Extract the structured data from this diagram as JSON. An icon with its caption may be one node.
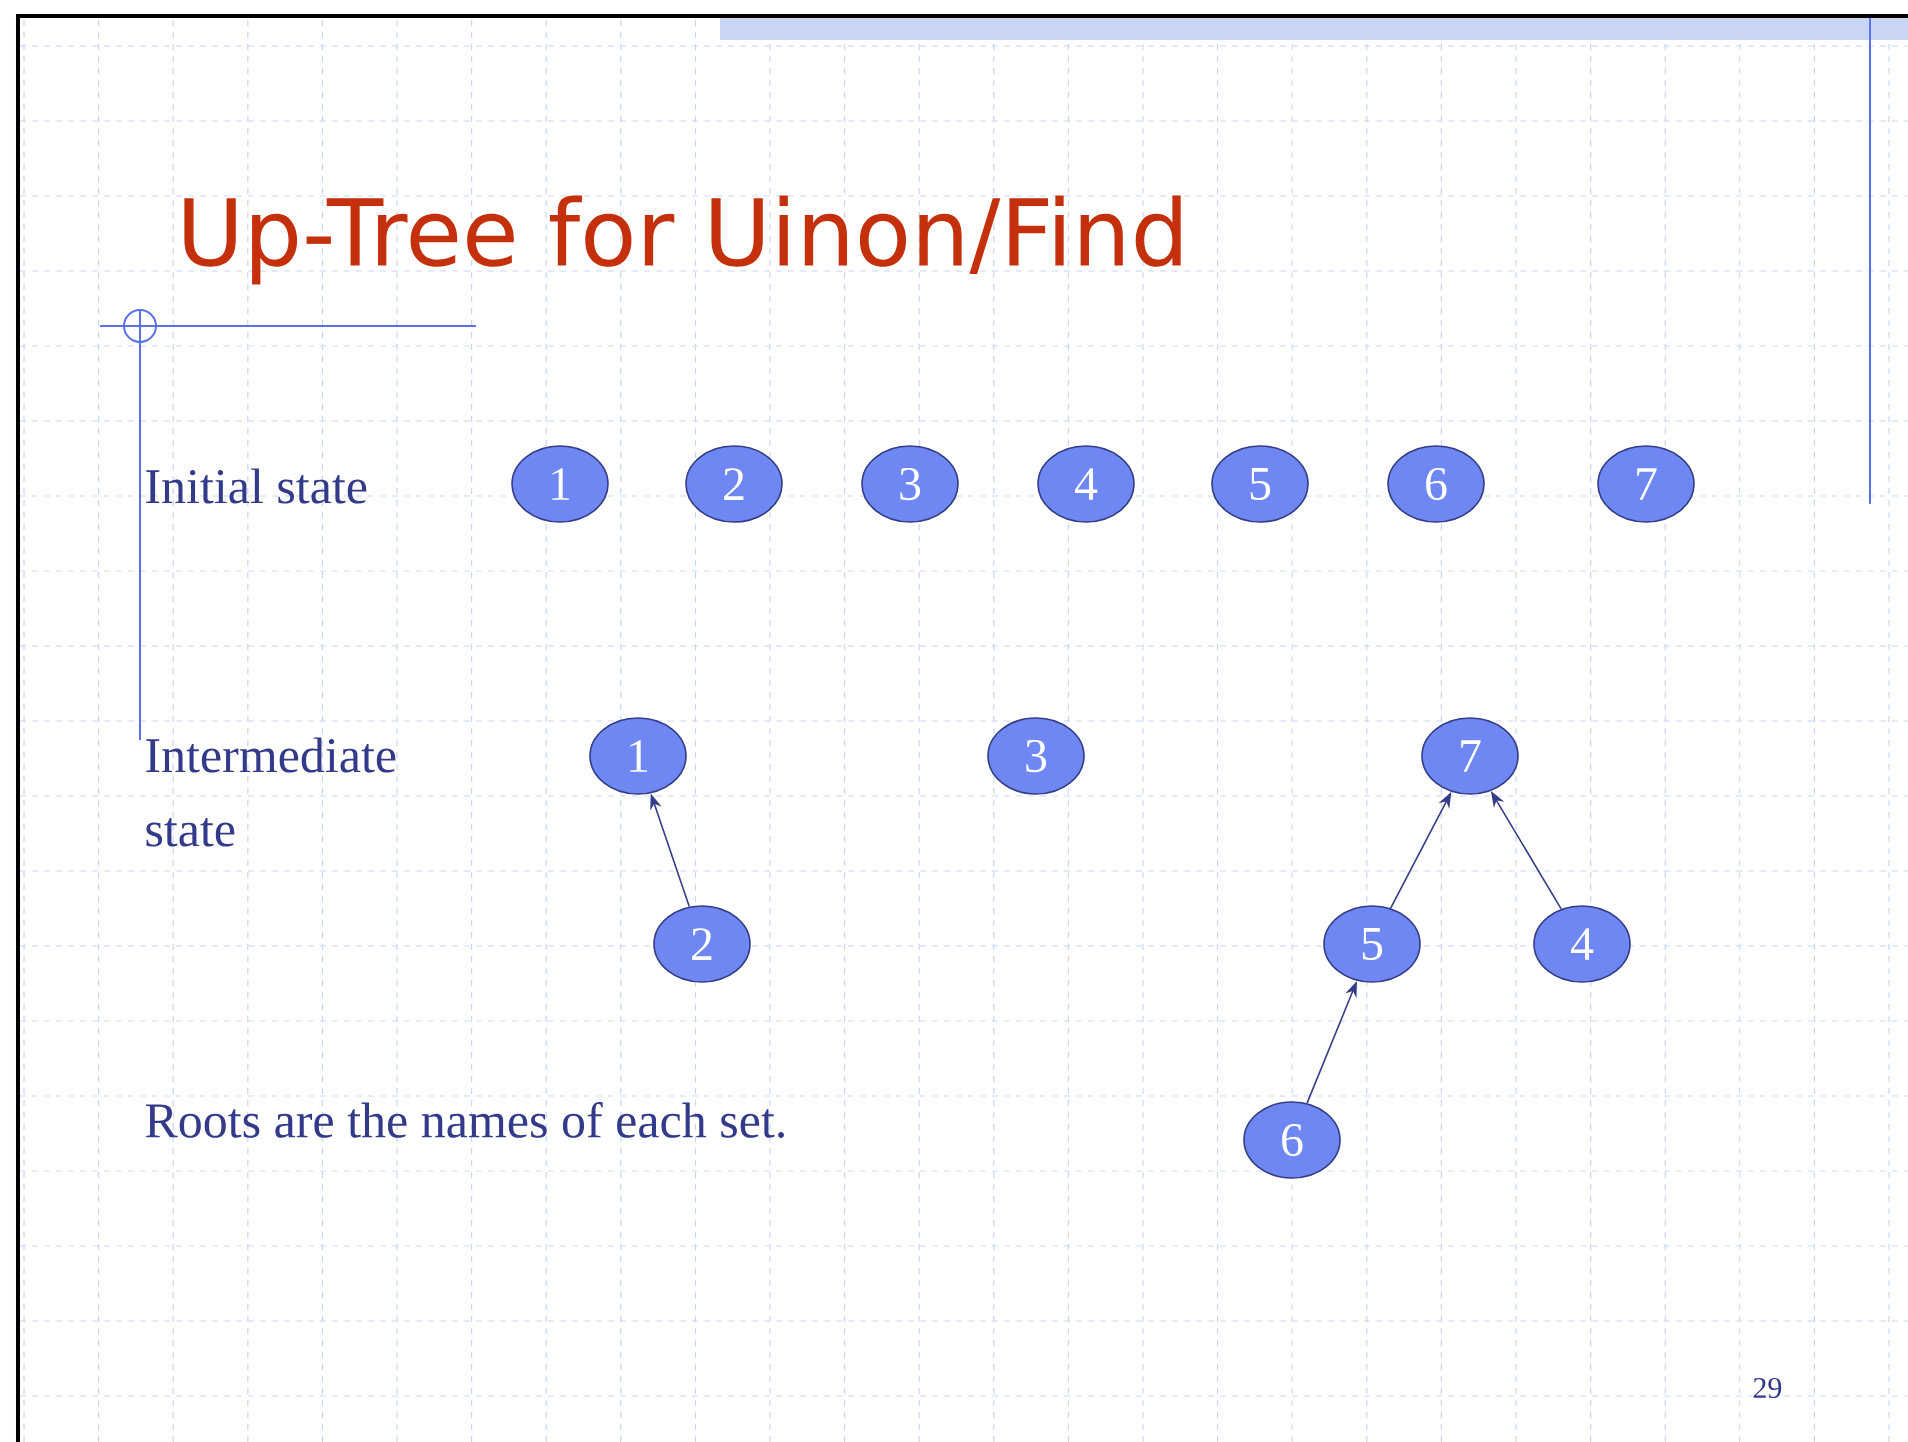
{
  "diagram": {
    "title": "Up-Tree for Uinon/Find",
    "nodes": [
      {
        "text": [
          "1"
        ]
      },
      {
        "text": [
          "2"
        ]
      },
      {
        "text": [
          "3"
        ]
      },
      {
        "text": [
          "4"
        ]
      },
      {
        "text": [
          "5"
        ]
      },
      {
        "text": [
          "6"
        ]
      },
      {
        "text": [
          "7"
        ]
      },
      {
        "text": [
          "1"
        ]
      },
      {
        "text": [
          "3"
        ]
      },
      {
        "text": [
          "7"
        ]
      },
      {
        "text": [
          "2"
        ]
      },
      {
        "text": [
          "5"
        ]
      },
      {
        "text": [
          "4"
        ]
      },
      {
        "text": [
          "6"
        ]
      }
    ],
    "edges": [
      {
        "from": 10,
        "to": 7,
        "arrow": "to"
      },
      {
        "from": 11,
        "to": 9,
        "arrow": "to"
      },
      {
        "from": 12,
        "to": 9,
        "arrow": "to"
      },
      {
        "from": 13,
        "to": 11,
        "arrow": "to"
      }
    ],
    "labels": [
      "Initial state",
      "Intermediate state",
      "Roots are the names of each set.",
      "29"
    ]
  }
}
